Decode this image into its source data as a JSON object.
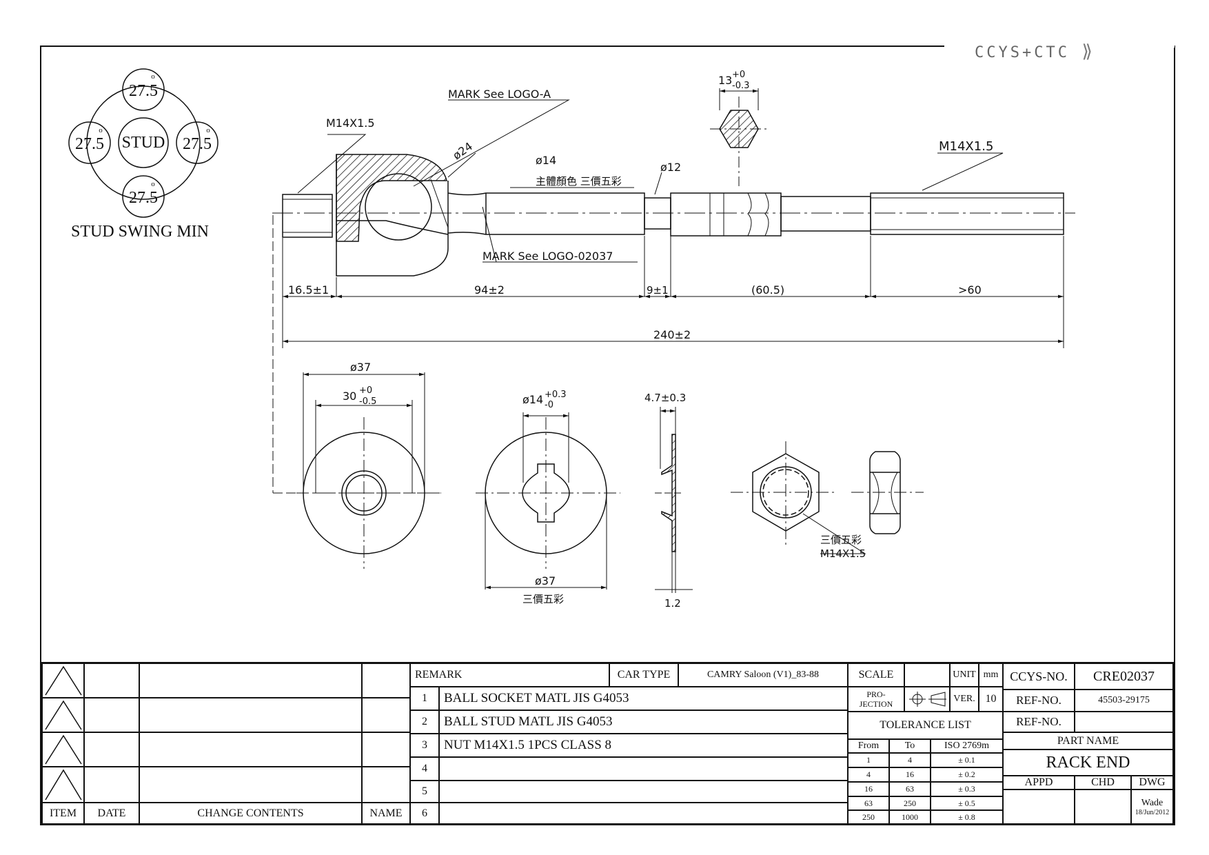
{
  "logo": {
    "text": "CCYS+CTC"
  },
  "stud_swing": {
    "top": "27.5",
    "left": "27.5",
    "right": "27.5",
    "bottom": "27.5",
    "center": "STUD",
    "degree": "o",
    "caption": "STUD SWING MIN"
  },
  "labels": {
    "m14_left": "M14X1.5",
    "mark_logo_a": "MARK See LOGO-A",
    "d24": "ø24",
    "d14": "ø14",
    "body_color": "主體顏色 三價五彩",
    "d12": "ø12",
    "hex_13": "13",
    "hex_13_tol_up": "+0",
    "hex_13_tol_dn": "-0.3",
    "m14_right": "M14X1.5",
    "mark_logo_02037": "MARK See LOGO-02037",
    "dim_16_5": "16.5±1",
    "dim_94": "94±2",
    "dim_9": "9±1",
    "dim_60_5": "(60.5)",
    "dim_60": ">60",
    "dim_240": "240±2",
    "d37_a": "ø37",
    "d30": "30",
    "d30_tol_up": "+0",
    "d30_tol_dn": "-0.5",
    "d14b": "ø14",
    "d14b_tol_up": "+0.3",
    "d14b_tol_dn": "-0",
    "d37_b": "ø37",
    "washer_note": "三價五彩",
    "thk": "4.7±0.3",
    "thk_12": "1.2",
    "nut_note1": "三價五彩",
    "nut_note2": "M14X1.5"
  },
  "title_block": {
    "rev_headers": {
      "item": "ITEM",
      "date": "DATE",
      "change": "CHANGE CONTENTS",
      "name": "NAME"
    },
    "remark": "REMARK",
    "car_type_label": "CAR TYPE",
    "car_type": "CAMRY Saloon (V1)_83-88",
    "items": [
      {
        "no": "1",
        "text": "BALL SOCKET MATL JIS G4053"
      },
      {
        "no": "2",
        "text": "BALL STUD MATL JIS G4053"
      },
      {
        "no": "3",
        "text": "NUT M14X1.5 1PCS CLASS 8"
      },
      {
        "no": "4",
        "text": ""
      },
      {
        "no": "5",
        "text": ""
      },
      {
        "no": "6",
        "text": ""
      }
    ],
    "scale": "SCALE",
    "unit_label": "UNIT",
    "unit": "mm",
    "projection": "PRO-\nJECTION",
    "ver_label": "VER.",
    "ver": "10",
    "tolerance_title": "TOLERANCE LIST",
    "tol_headers": {
      "from": "From",
      "to": "To",
      "iso": "ISO 2769m"
    },
    "tolerances": [
      {
        "from": "1",
        "to": "4",
        "tol": "± 0.1"
      },
      {
        "from": "4",
        "to": "16",
        "tol": "± 0.2"
      },
      {
        "from": "16",
        "to": "63",
        "tol": "± 0.3"
      },
      {
        "from": "63",
        "to": "250",
        "tol": "± 0.5"
      },
      {
        "from": "250",
        "to": "1000",
        "tol": "± 0.8"
      }
    ],
    "ccys_label": "CCYS-NO.",
    "ccys_no": "CRE02037",
    "ref_label1": "REF-NO.",
    "ref_no1": "45503-29175",
    "ref_label2": "REF-NO.",
    "ref_no2": "",
    "part_name_label": "PART NAME",
    "part_name": "RACK END",
    "appd": "APPD",
    "chd": "CHD",
    "dwg": "DWG",
    "drawn_by": "Wade",
    "date": "18/Jun/2012"
  }
}
